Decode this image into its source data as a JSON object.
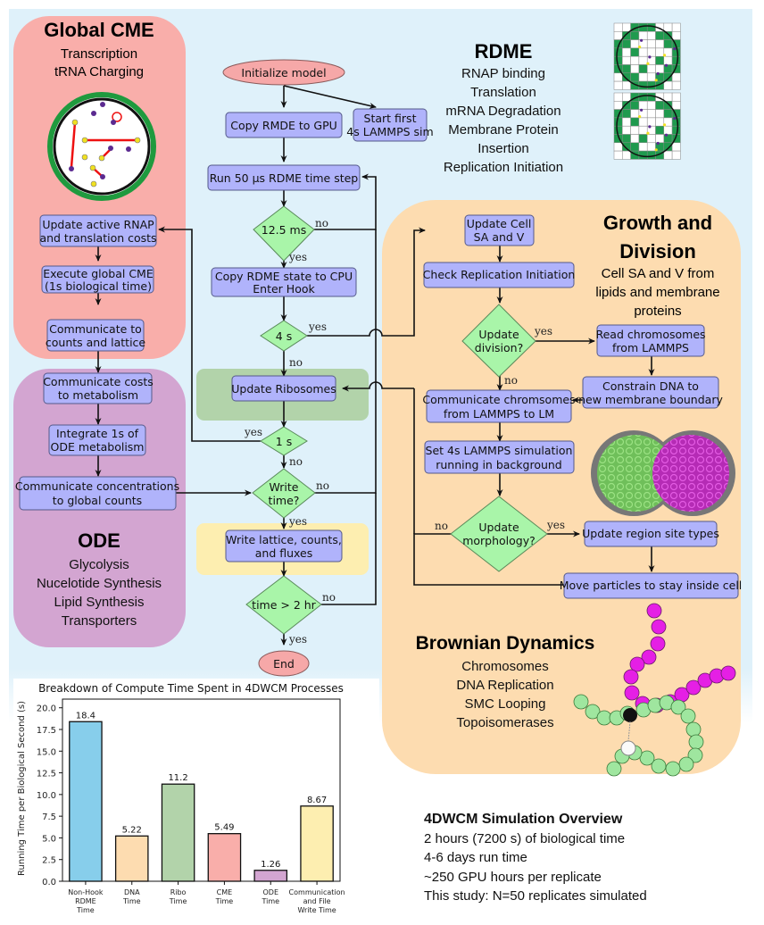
{
  "panels": {
    "global_cme": {
      "title": "Global CME",
      "items": [
        "Transcription",
        "tRNA Charging"
      ],
      "color": "#f9aeaa"
    },
    "rdme": {
      "title": "RDME",
      "items": [
        "RNAP binding",
        "Translation",
        "mRNA Degradation",
        "Membrane Protein",
        "Insertion",
        "Replication Initiation"
      ]
    },
    "growth_division": {
      "title_line1": "Growth and",
      "title_line2": "Division",
      "items": [
        "Cell SA and V from",
        "lipids and membrane",
        "proteins"
      ],
      "color": "#fddcb0"
    },
    "ode": {
      "title": "ODE",
      "items": [
        "Glycolysis",
        "Nucelotide Synthesis",
        "Lipid Synthesis",
        "Transporters"
      ],
      "color": "#d3a5d1"
    },
    "brownian": {
      "title": "Brownian Dynamics",
      "items": [
        "Chromosomes",
        "DNA Replication",
        "SMC Looping",
        "Topoisomerases"
      ]
    }
  },
  "flow": {
    "initialize": "Initialize model",
    "copy_gpu": "Copy RMDE to GPU",
    "start_lammps": [
      "Start first",
      "4s LAMMPS sim"
    ],
    "run_rdme": "Run 50 μs RDME time step",
    "d_125": "12.5 ms",
    "copy_cpu": [
      "Copy RDME state to CPU",
      "Enter Hook"
    ],
    "d_4s": "4 s",
    "update_ribo": "Update Ribosomes",
    "d_1s": "1 s",
    "d_write": [
      "Write",
      "time?"
    ],
    "write_lattice": [
      "Write lattice, counts,",
      "and fluxes"
    ],
    "d_2hr": "time > 2 hr",
    "end": "End",
    "update_rnap": [
      "Update active RNAP",
      "and translation costs"
    ],
    "exec_cme": [
      "Execute global CME",
      "(1s biological time)"
    ],
    "comm_counts": [
      "Communicate to",
      "counts and lattice"
    ],
    "comm_costs": [
      "Communicate costs",
      "to metabolism"
    ],
    "integrate_ode": [
      "Integrate 1s of",
      "ODE metabolism"
    ],
    "comm_conc": [
      "Communicate concentrations",
      "to global counts"
    ],
    "update_cell": [
      "Update Cell",
      "SA and V"
    ],
    "check_rep": "Check Replication Initiation",
    "d_division": [
      "Update",
      "division?"
    ],
    "read_chrom": [
      "Read chromosomes",
      "from LAMMPS"
    ],
    "constrain_dna": [
      "Constrain DNA to",
      "new membrane boundary"
    ],
    "comm_chrom": [
      "Communicate chromsomes",
      "from LAMMPS to LM"
    ],
    "set_lammps": [
      "Set 4s LAMMPS simulation",
      "running in background"
    ],
    "d_morph": [
      "Update",
      "morphology?"
    ],
    "update_region": "Update region site types",
    "move_particles": "Move particles to stay inside cell",
    "yes": "yes",
    "no": "no"
  },
  "overview": {
    "title": "4DWCM Simulation Overview",
    "lines": [
      "2 hours (7200 s) of biological time",
      "4-6 days run time",
      "~250 GPU hours per replicate",
      "This study: N=50 replicates simulated"
    ]
  },
  "chart_data": {
    "type": "bar",
    "title": "Breakdown of Compute Time Spent in 4DWCM Processes",
    "xlabel": "",
    "ylabel": "Running Time per Biological Second (s)",
    "ylim": [
      0,
      21
    ],
    "yticks": [
      "0.0",
      "2.5",
      "5.0",
      "7.5",
      "10.0",
      "12.5",
      "15.0",
      "17.5",
      "20.0"
    ],
    "categories": [
      [
        "Non-Hook",
        "RDME",
        "Time"
      ],
      [
        "DNA",
        "Time"
      ],
      [
        "Ribo",
        "Time"
      ],
      [
        "CME",
        "Time"
      ],
      [
        "ODE",
        "Time"
      ],
      [
        "Communication",
        "and File",
        "Write Time"
      ]
    ],
    "values": [
      18.4,
      5.22,
      11.2,
      5.49,
      1.26,
      8.67
    ],
    "labels": [
      "18.4",
      "5.22",
      "11.2",
      "5.49",
      "1.26",
      "8.67"
    ],
    "colors": [
      "#87ceeb",
      "#fddcb0",
      "#b2d3aa",
      "#f9aeaa",
      "#d3a5d1",
      "#fdeeb0"
    ],
    "grid": false
  }
}
